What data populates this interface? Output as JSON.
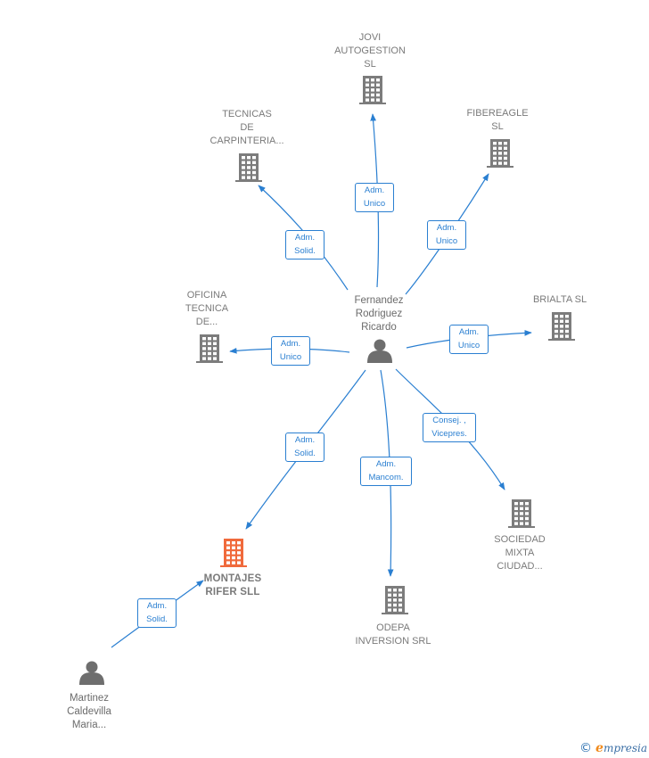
{
  "colors": {
    "edge": "#2a7fd1",
    "building": "#7c7c7c",
    "building_highlight": "#f06a3c",
    "person": "#6e6e6e",
    "label": "#7a7a7a"
  },
  "nodes": [
    {
      "id": "fernandez",
      "type": "person",
      "label": "Fernandez\nRodriguez\nRicardo"
    },
    {
      "id": "jovi",
      "type": "company",
      "label": "JOVI\nAUTOGESTION\nSL"
    },
    {
      "id": "tecnicas",
      "type": "company",
      "label": "TECNICAS\nDE\nCARPINTERIA..."
    },
    {
      "id": "fibereagle",
      "type": "company",
      "label": "FIBEREAGLE\nSL"
    },
    {
      "id": "oficina",
      "type": "company",
      "label": "OFICINA\nTECNICA\nDE..."
    },
    {
      "id": "brialta",
      "type": "company",
      "label": "BRIALTA SL"
    },
    {
      "id": "montajes",
      "type": "company",
      "highlight": true,
      "label": "MONTAJES\nRIFER SLL"
    },
    {
      "id": "odepa",
      "type": "company",
      "label": "ODEPA\nINVERSION SRL"
    },
    {
      "id": "sociedad",
      "type": "company",
      "label": "SOCIEDAD\nMIXTA\nCIUDAD..."
    },
    {
      "id": "martinez",
      "type": "person",
      "label": "Martinez\nCaldevilla\nMaria..."
    }
  ],
  "edges": [
    {
      "id": "e-jovi",
      "from": "fernandez",
      "to": "jovi",
      "label": "Adm.\nUnico"
    },
    {
      "id": "e-tecnicas",
      "from": "fernandez",
      "to": "tecnicas",
      "label": "Adm.\nSolid."
    },
    {
      "id": "e-fibereagle",
      "from": "fernandez",
      "to": "fibereagle",
      "label": "Adm.\nUnico"
    },
    {
      "id": "e-oficina",
      "from": "fernandez",
      "to": "oficina",
      "label": "Adm.\nUnico"
    },
    {
      "id": "e-brialta",
      "from": "fernandez",
      "to": "brialta",
      "label": "Adm.\nUnico"
    },
    {
      "id": "e-montajes",
      "from": "fernandez",
      "to": "montajes",
      "label": "Adm.\nSolid."
    },
    {
      "id": "e-odepa",
      "from": "fernandez",
      "to": "odepa",
      "label": "Adm.\nMancom."
    },
    {
      "id": "e-sociedad",
      "from": "fernandez",
      "to": "sociedad",
      "label": "Consej. ,\nVicepres."
    },
    {
      "id": "e-martinez",
      "from": "martinez",
      "to": "montajes",
      "label": "Adm.\nSolid."
    }
  ],
  "footer": {
    "copyright": "©",
    "brand_initial": "e",
    "brand_rest": "mpresia"
  }
}
